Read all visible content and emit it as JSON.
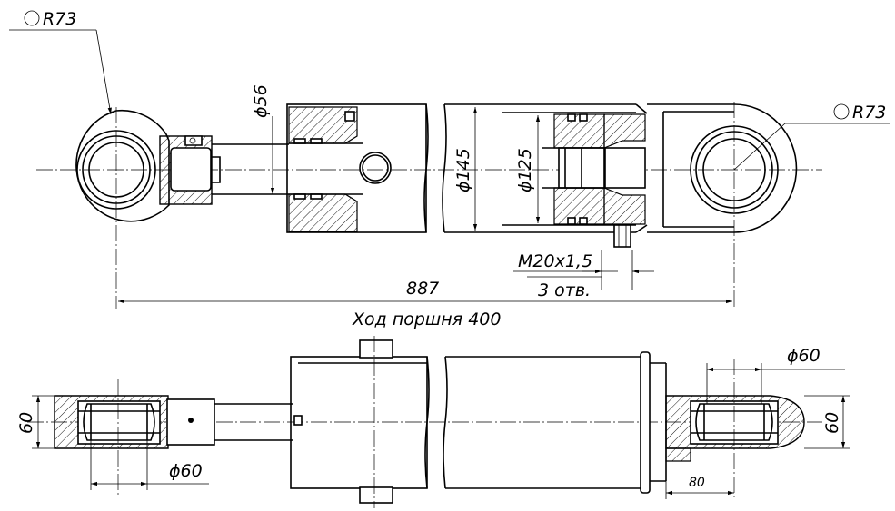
{
  "labels": {
    "radius_left": "R73",
    "radius_right": "R73",
    "rod_diameter": "ϕ56",
    "outer_diameter": "ϕ145",
    "bore_diameter": "ϕ125",
    "port_thread": "M20x1,5",
    "port_count": "3 отв.",
    "total_length": "887",
    "stroke": "Ход поршня 400",
    "eye_diameter_top": "ϕ60",
    "eye_width_right": "60",
    "eye_width_left": "60",
    "eye_diameter_bottom": "ϕ60",
    "eye_offset": "80"
  }
}
